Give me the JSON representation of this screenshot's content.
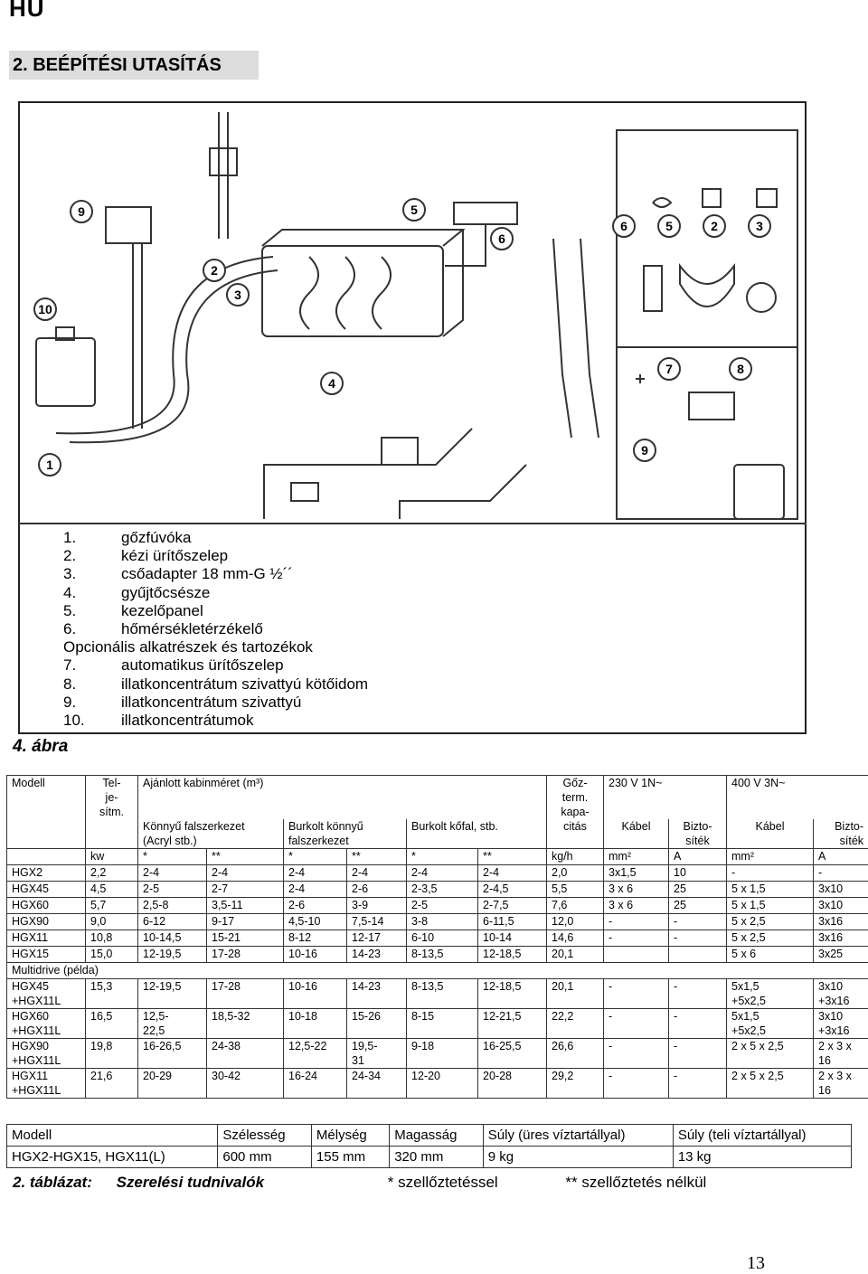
{
  "header": {
    "lang": "HU",
    "section_title": "2. BEÉPÍTÉSI UTASÍTÁS"
  },
  "diagram": {
    "callouts": [
      "1",
      "2",
      "3",
      "4",
      "5",
      "6",
      "7",
      "8",
      "9",
      "10"
    ]
  },
  "legend": [
    {
      "num": "1.",
      "text": "gőzfúvóka"
    },
    {
      "num": "2.",
      "text": "kézi ürítőszelep"
    },
    {
      "num": "3.",
      "text": "csőadapter 18 mm-G ½´´"
    },
    {
      "num": "4.",
      "text": "gyűjtőcsésze"
    },
    {
      "num": "5.",
      "text": "kezelőpanel"
    },
    {
      "num": "6.",
      "text": "hőmérsékletérzékelő"
    },
    {
      "num": "",
      "text": "Opcionális alkatrészek és tartozékok"
    },
    {
      "num": "7.",
      "text": "automatikus ürítőszelep"
    },
    {
      "num": "8.",
      "text": "illatkoncentrátum szivattyú kötőidom"
    },
    {
      "num": "9.",
      "text": "illatkoncentrátum szivattyú"
    },
    {
      "num": "10.",
      "text": "illatkoncentrátumok"
    }
  ],
  "figure_caption": "4. ábra",
  "spec_table": {
    "h_modell": "Modell",
    "h_teljesitm": "Tel-\nje-\nsítm.",
    "h_ajanlott": "Ajánlott kabinméret (m³)",
    "h_goz": "Gőz-\nterm.\nkapa-\ncitás",
    "h_230": "230 V 1N~",
    "h_400": "400 V 3N~",
    "h_konnyu": "Könnyű falszerkezet\n(Acryl stb.)",
    "h_burkolt_konnyu": "Burkolt könnyű\nfalszerkezet",
    "h_burkolt_ko": "Burkolt kőfal, stb.",
    "h_kabel1": "Kábel",
    "h_bizt1": "Bizto-\nsíték",
    "h_kabel2": "Kábel",
    "h_bizt2": "Bizto-\nsíték",
    "units": [
      "",
      "kw",
      "*",
      "**",
      "*",
      "**",
      "*",
      "**",
      "kg/h",
      "mm²",
      "A",
      "mm²",
      "A"
    ],
    "rows": [
      [
        "HGX2",
        "2,2",
        "2-4",
        "2-4",
        "2-4",
        "2-4",
        "2-4",
        "2-4",
        "2,0",
        "3x1,5",
        "10",
        "-",
        "-"
      ],
      [
        "HGX45",
        "4,5",
        "2-5",
        "2-7",
        "2-4",
        "2-6",
        "2-3,5",
        "2-4,5",
        "5,5",
        "3 x 6",
        "25",
        "5 x 1,5",
        "3x10"
      ],
      [
        "HGX60",
        "5,7",
        "2,5-8",
        "3,5-11",
        "2-6",
        "3-9",
        "2-5",
        "2-7,5",
        "7,6",
        "3 x 6",
        "25",
        "5 x 1,5",
        "3x10"
      ],
      [
        "HGX90",
        "9,0",
        "6-12",
        "9-17",
        "4,5-10",
        "7,5-14",
        "3-8",
        "6-11,5",
        "12,0",
        "-",
        "-",
        "5 x 2,5",
        "3x16"
      ],
      [
        "HGX11",
        "10,8",
        "10-14,5",
        "15-21",
        "8-12",
        "12-17",
        "6-10",
        "10-14",
        "14,6",
        "-",
        "-",
        "5 x 2,5",
        "3x16"
      ],
      [
        "HGX15",
        "15,0",
        "12-19,5",
        "17-28",
        "10-16",
        "14-23",
        "8-13,5",
        "12-18,5",
        "20,1",
        "",
        "",
        "5 x 6",
        "3x25"
      ]
    ],
    "multidrive_label": "Multidrive (példa)",
    "multi_rows": [
      [
        "HGX45\n+HGX11L",
        "15,3",
        "12-19,5",
        "17-28",
        "10-16",
        "14-23",
        "8-13,5",
        "12-18,5",
        "20,1",
        "-",
        "-",
        "5x1,5\n+5x2,5",
        "3x10\n+3x16"
      ],
      [
        "HGX60\n+HGX11L",
        "16,5",
        "12,5-\n22,5",
        "18,5-32",
        "10-18",
        "15-26",
        "8-15",
        "12-21,5",
        "22,2",
        "-",
        "-",
        "5x1,5\n+5x2,5",
        "3x10\n+3x16"
      ],
      [
        "HGX90\n+HGX11L",
        "19,8",
        "16-26,5",
        "24-38",
        "12,5-22",
        "19,5-\n31",
        "9-18",
        "16-25,5",
        "26,6",
        "-",
        "-",
        "2 x 5 x 2,5",
        "2 x 3 x\n16"
      ],
      [
        "HGX11\n+HGX11L",
        "21,6",
        "20-29",
        "30-42",
        "16-24",
        "24-34",
        "12-20",
        "20-28",
        "29,2",
        "-",
        "-",
        "2 x 5 x 2,5",
        "2 x 3 x\n16"
      ]
    ]
  },
  "dims_table": {
    "headers": [
      "Modell",
      "Szélesség",
      "Mélység",
      "Magasság",
      "Súly (üres víztartállyal)",
      "Súly (teli víztartállyal)"
    ],
    "row": [
      "HGX2-HGX15, HGX11(L)",
      "600 mm",
      "155 mm",
      "320 mm",
      "9 kg",
      "13 kg"
    ]
  },
  "table_caption": {
    "label": "2. táblázat:",
    "title": "Szerelési tudnivalók",
    "note1": "* szellőztetéssel",
    "note2": "** szellőztetés nélkül"
  },
  "page_number": "13"
}
